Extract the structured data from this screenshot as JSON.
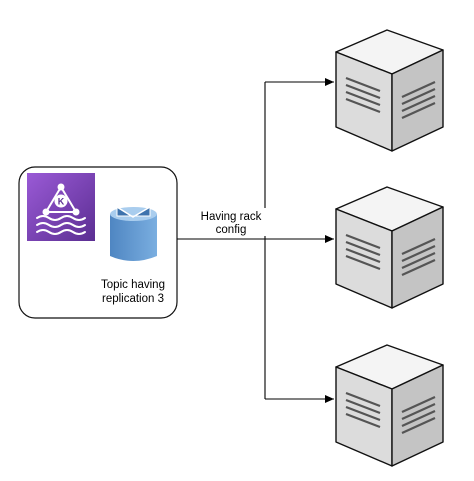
{
  "edge_label": {
    "line1": "Having rack",
    "line2": "config"
  },
  "topic_label": {
    "line1": "Topic having",
    "line2": "replication 3"
  },
  "kafka_icon_letter": "K",
  "icons": {
    "kafka": "amazon-msk-kafka-icon",
    "topic": "topic-bucket-icon",
    "server": "server-cube-icon"
  },
  "colors": {
    "kafka_purple": "#6b3fa0",
    "kafka_purple_light": "#9a5ad6",
    "bucket_blue": "#5a8fc8",
    "bucket_light": "#7fb1e0",
    "server_front": "#dcdcdc",
    "server_top": "#f4f4f4",
    "server_side": "#c4c4c4",
    "outline": "#111111"
  },
  "servers": [
    {
      "id": "server-1"
    },
    {
      "id": "server-2"
    },
    {
      "id": "server-3"
    }
  ]
}
